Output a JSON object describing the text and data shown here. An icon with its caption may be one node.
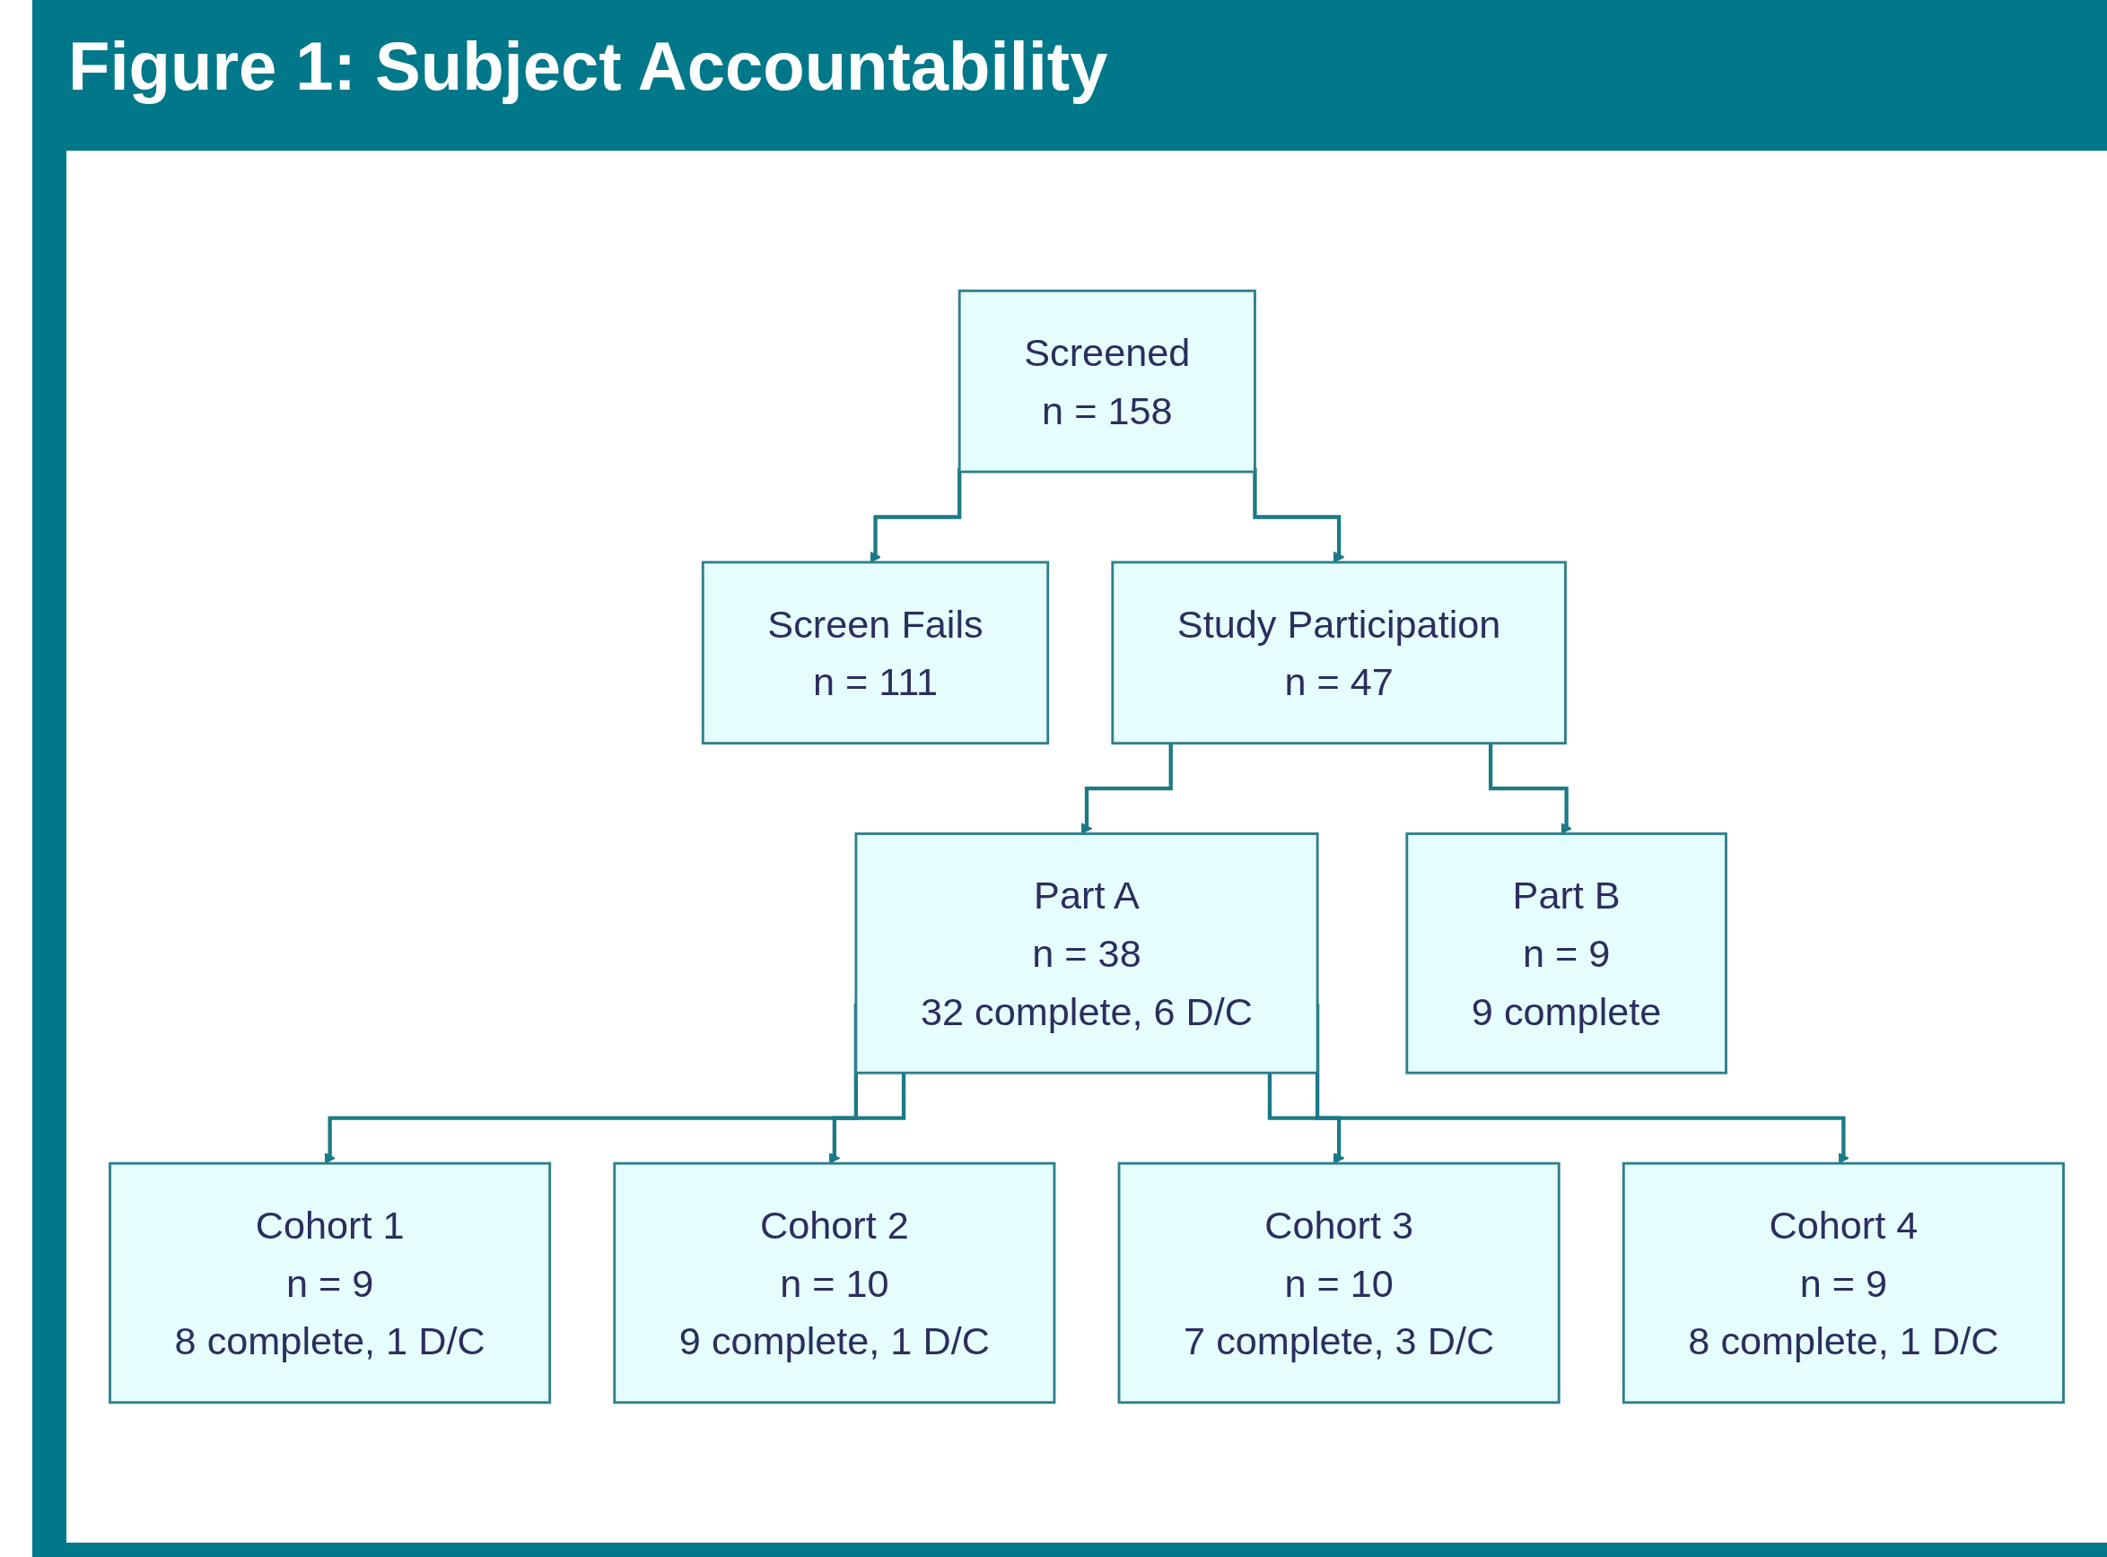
{
  "diagram": {
    "title": "Figure 1: Subject Accountability",
    "nodes": [
      {
        "text": [
          "Screened",
          "n = 158"
        ]
      },
      {
        "text": [
          "Screen Fails",
          "n = 111"
        ]
      },
      {
        "text": [
          "Study Participation",
          "n = 47"
        ]
      },
      {
        "text": [
          "Part A",
          "n = 38",
          "32 complete, 6 D/C"
        ]
      },
      {
        "text": [
          "Part B",
          "n = 9",
          "9 complete"
        ]
      },
      {
        "text": [
          "Cohort 1",
          "n = 9",
          "8 complete, 1 D/C"
        ]
      },
      {
        "text": [
          "Cohort 2",
          "n = 10",
          "9 complete, 1 D/C"
        ]
      },
      {
        "text": [
          "Cohort 3",
          "n = 10",
          "7 complete, 3 D/C"
        ]
      },
      {
        "text": [
          "Cohort 4",
          "n = 9",
          "8 complete, 1 D/C"
        ]
      }
    ],
    "edges": [
      {
        "from": 0,
        "to": 1,
        "arrow": "to"
      },
      {
        "from": 0,
        "to": 2,
        "arrow": "to"
      },
      {
        "from": 2,
        "to": 3,
        "arrow": "to"
      },
      {
        "from": 2,
        "to": 4,
        "arrow": "to"
      },
      {
        "from": 3,
        "to": 5,
        "arrow": "to"
      },
      {
        "from": 3,
        "to": 6,
        "arrow": "to"
      },
      {
        "from": 3,
        "to": 7,
        "arrow": "to"
      },
      {
        "from": 3,
        "to": 8,
        "arrow": "to"
      }
    ]
  }
}
